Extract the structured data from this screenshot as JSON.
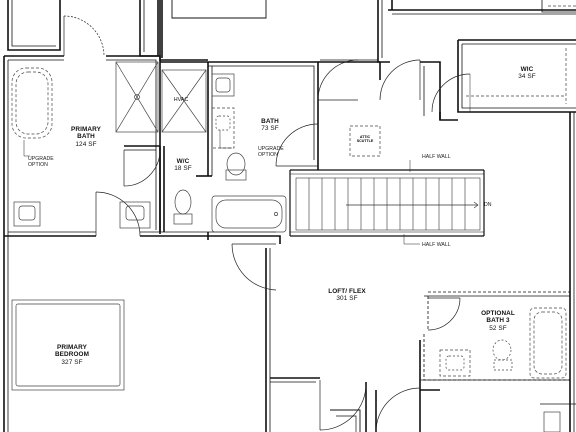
{
  "rooms": {
    "primary_bath": {
      "name": "PRIMARY\nBATH",
      "name_l1": "PRIMARY",
      "name_l2": "BATH",
      "area": "124 SF"
    },
    "wc": {
      "name": "W/C",
      "area": "18 SF"
    },
    "hvac": {
      "name": "HVAC"
    },
    "bath": {
      "name": "BATH",
      "area": "73 SF"
    },
    "wic": {
      "name": "WIC",
      "area": "34 SF"
    },
    "primary_bedroom": {
      "name_l1": "PRIMARY",
      "name_l2": "BEDROOM",
      "area": "327 SF"
    },
    "loft_flex": {
      "name": "LOFT/ FLEX",
      "area": "301 SF"
    },
    "optional_bath3": {
      "name_l1": "OPTIONAL",
      "name_l2": "BATH 3",
      "area": "52 SF"
    }
  },
  "notes": {
    "upgrade_option_left_l1": "UPGRADE",
    "upgrade_option_left_l2": "OPTION",
    "upgrade_option_bath_l1": "UPGRADE",
    "upgrade_option_bath_l2": "OPTION",
    "attic_scuttle_l1": "ATTIC",
    "attic_scuttle_l2": "SCUTTLE",
    "half_wall_top": "HALF WALL",
    "half_wall_bottom": "HALF WALL",
    "stair_dn": "DN"
  },
  "colors": {
    "wall": "#111111",
    "fixture": "#444444",
    "background": "#ffffff"
  }
}
